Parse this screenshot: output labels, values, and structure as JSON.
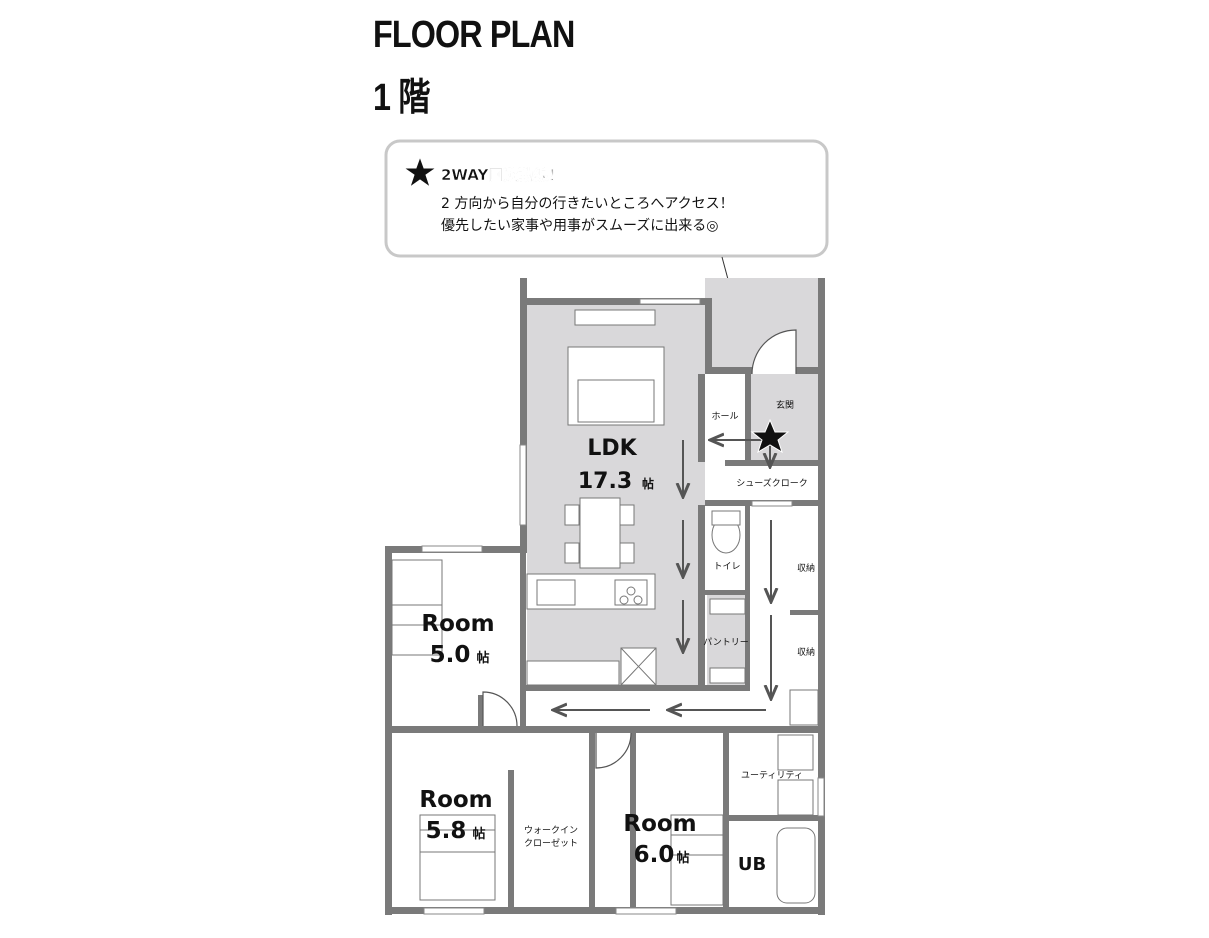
{
  "header": {
    "title": "FLOOR PLAN",
    "floor": "1 階"
  },
  "callout": {
    "icon": "star-icon",
    "heading": "2WAY回遊動線！",
    "line1": "2 方向から自分の行きたいところへアクセス！",
    "line2": "優先したい家事や用事がスムーズに出来る◎"
  },
  "rooms": {
    "ldk": {
      "name": "LDK",
      "size": "17.3",
      "unit": "帖"
    },
    "room1": {
      "name": "Room",
      "size": "5.0",
      "unit": "帖"
    },
    "room2": {
      "name": "Room",
      "size": "5.8",
      "unit": "帖"
    },
    "room3": {
      "name": "Room",
      "size": "6.0",
      "unit": "帖"
    },
    "ub": "UB",
    "hall": "ホール",
    "entrance": "玄関",
    "shoe_closet": "シューズクローク",
    "toilet": "トイレ",
    "storage1": "収納",
    "storage2": "収納",
    "pantry": "パントリー",
    "utility": "ユーティリティ",
    "wic_line1": "ウォークイン",
    "wic_line2": "クローゼット"
  },
  "colors": {
    "wall": "#7a7a7a",
    "ldk_floor": "#d9d8da",
    "text": "#111111"
  }
}
